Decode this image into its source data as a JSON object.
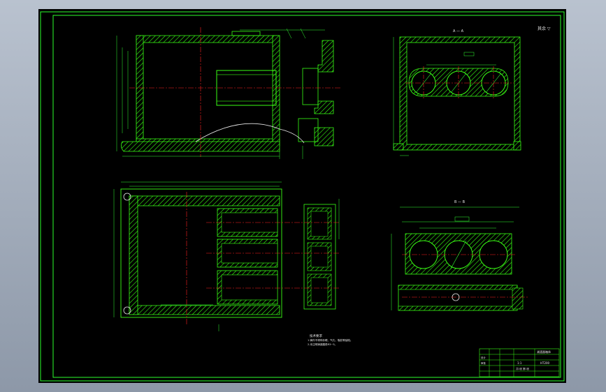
{
  "colors": {
    "frame": "#2cff2c",
    "outline": "#39ff14",
    "hatch": "#39ff14",
    "centerline": "#ff2222",
    "dimension": "#33ff33",
    "text": "#e6e6e6",
    "background": "#000000",
    "window_bg": "#9aa4b3"
  },
  "drawing": {
    "corner_note": "其余 ▽",
    "section_a_label": "A — A",
    "section_b_label": "B — B",
    "tech_requirements": {
      "title": "技术要求",
      "lines": [
        "1.铸件不得有砂眼、气孔、裂纹等缺陷。",
        "2.未注明铸造圆角R3~5。"
      ]
    },
    "title_block": {
      "part_title": "减速器箱体",
      "material": "HT200",
      "scale": "1:1",
      "sheet": "共1张 第1张",
      "designer": "设计",
      "checker": "审核"
    }
  }
}
